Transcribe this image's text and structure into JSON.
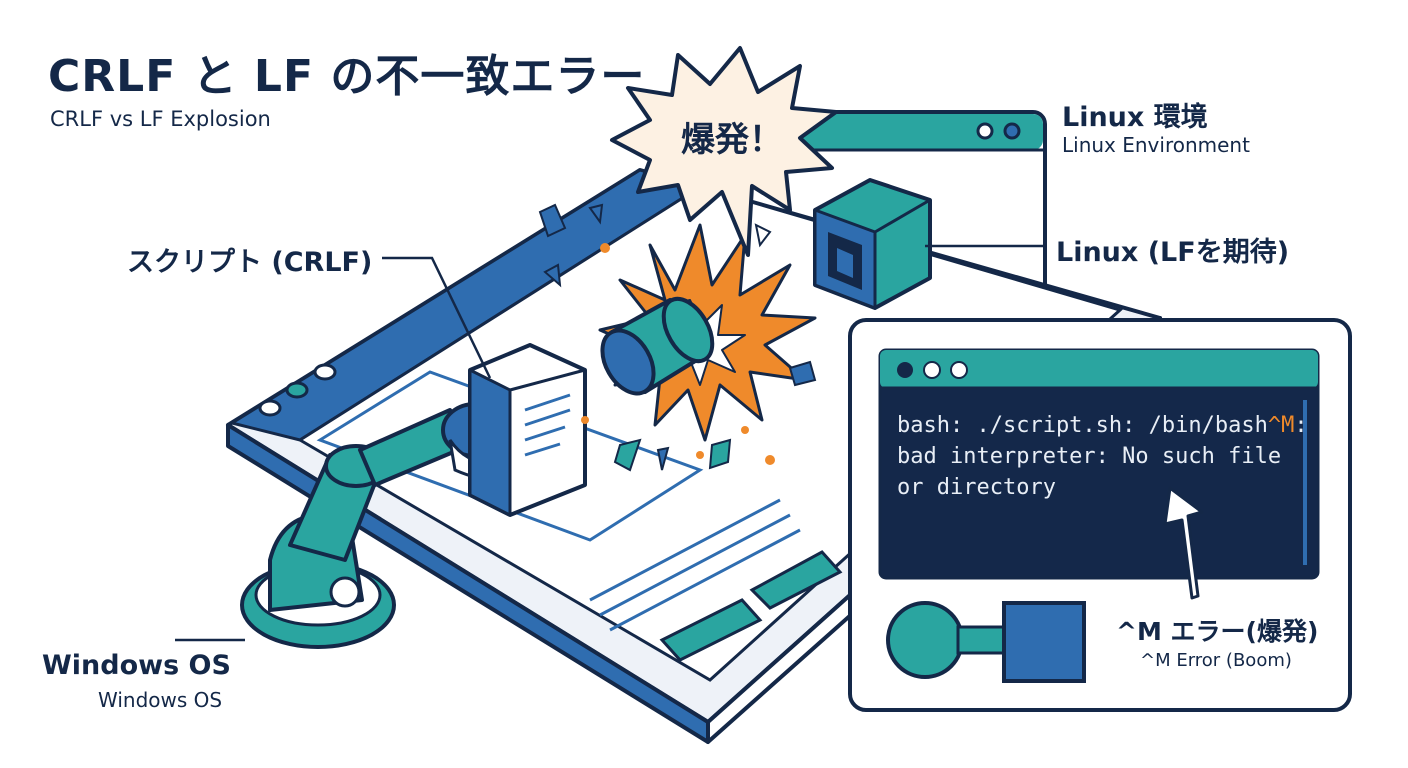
{
  "header": {
    "title": "CRLF と LF の不一致エラー",
    "subtitle": "CRLF vs LF Explosion"
  },
  "labels": {
    "linux_env": "Linux 環境",
    "linux_env_en": "Linux Environment",
    "linux_lf": "Linux (LFを期待)",
    "script": "スクリプト (CRLF)",
    "windows": "Windows OS",
    "windows_en": "Windows OS",
    "error": "^M エラー(爆発)",
    "error_en": "^M Error (Boom)"
  },
  "explosion": {
    "text": "爆発！"
  },
  "terminal": {
    "line1_pre": "bash: ./script.sh: /bin/bash",
    "line1_caret": "^M",
    "line1_post": ":",
    "line2": "bad interpreter: No such file",
    "line3": "or directory"
  },
  "colors": {
    "navy": "#142848",
    "blue": "#2f6db0",
    "teal": "#2aa5a0",
    "orange": "#ef8a2b",
    "terminal_bg": "#14284a"
  },
  "icons": [
    "robot-arm-icon",
    "script-document-icon",
    "pipe-connector-icon",
    "linux-connector-icon",
    "explosion-icon",
    "arrow-up-icon"
  ]
}
